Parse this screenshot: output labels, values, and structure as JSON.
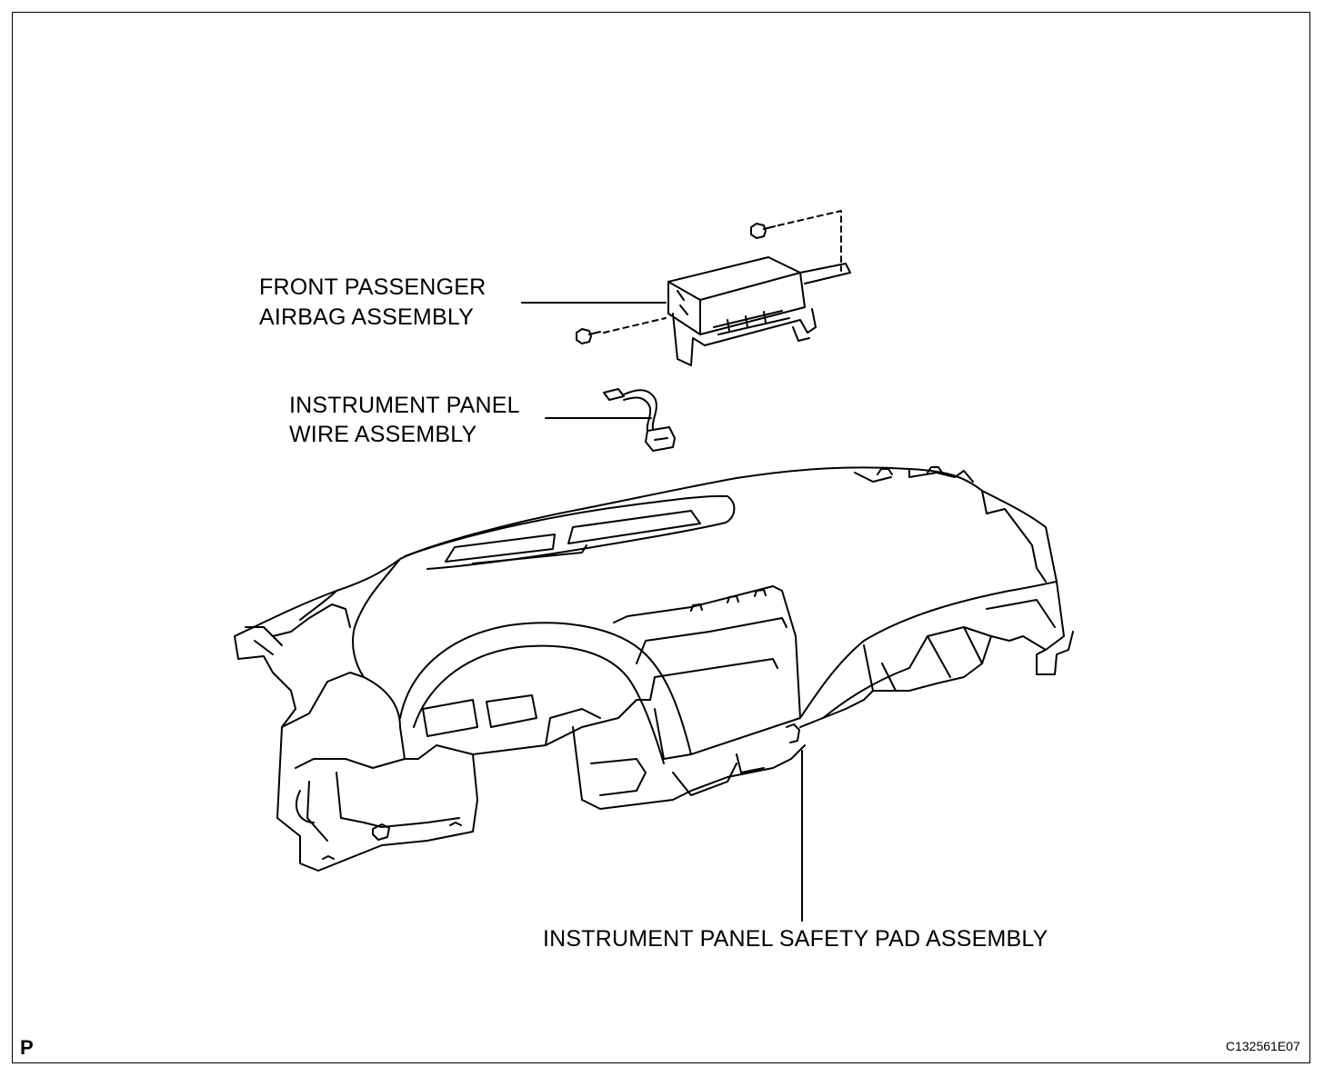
{
  "labels": {
    "airbag_line1": "FRONT PASSENGER",
    "airbag_line2": "AIRBAG ASSEMBLY",
    "wire_line1": "INSTRUMENT PANEL",
    "wire_line2": "WIRE ASSEMBLY",
    "safety_pad": "INSTRUMENT PANEL SAFETY PAD ASSEMBLY"
  },
  "corner_mark": "P",
  "figure_code": "C132561E07"
}
